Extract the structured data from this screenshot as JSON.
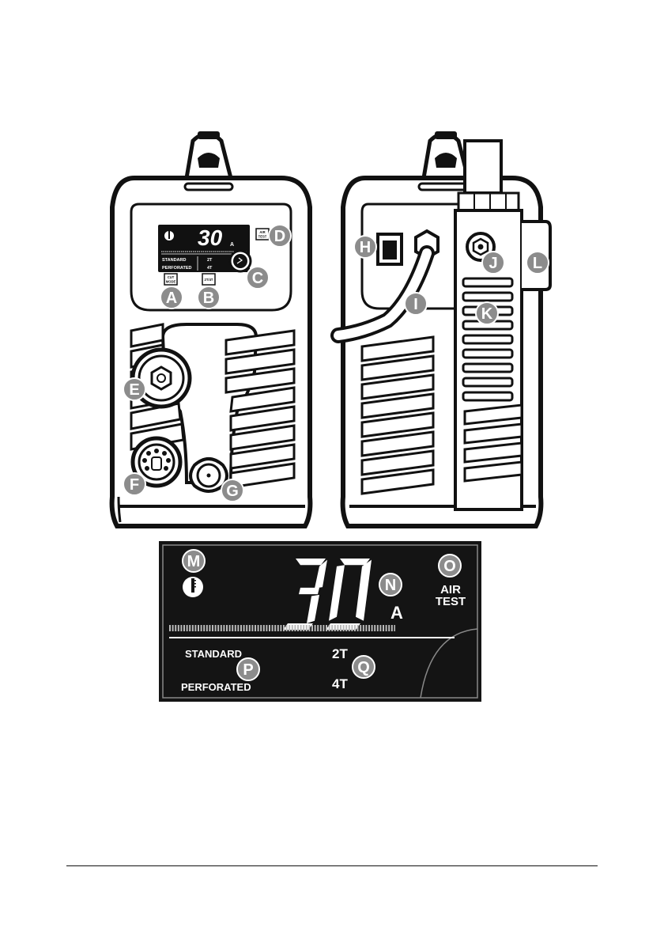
{
  "front_panel": {
    "display_value": "30",
    "display_unit": "A",
    "mode_standard": "STANDARD",
    "mode_perforated": "PERFORATED",
    "trigger_2t": "2T",
    "trigger_4t": "4T",
    "air_test_line1": "AIR",
    "air_test_line2": "TEST",
    "cut_mode_line1": "CUT",
    "cut_mode_line2": "MODE",
    "trigger_button": "2T/4T"
  },
  "callouts": {
    "a": "A",
    "b": "B",
    "c": "C",
    "d": "D",
    "e": "E",
    "f": "F",
    "g": "G",
    "h": "H",
    "i": "I",
    "j": "J",
    "k": "K",
    "l": "L",
    "m": "M",
    "n": "N",
    "o": "O",
    "p": "P",
    "q": "Q"
  },
  "lcd_detail": {
    "value": "30",
    "unit": "A",
    "air_line1": "AIR",
    "air_line2": "TEST",
    "standard": "STANDARD",
    "perforated": "PERFORATED",
    "t2": "2T",
    "t4": "4T"
  },
  "colors": {
    "ink": "#111111",
    "badge": "#8c8c8c",
    "lcd_bg": "#141414",
    "white": "#ffffff"
  }
}
